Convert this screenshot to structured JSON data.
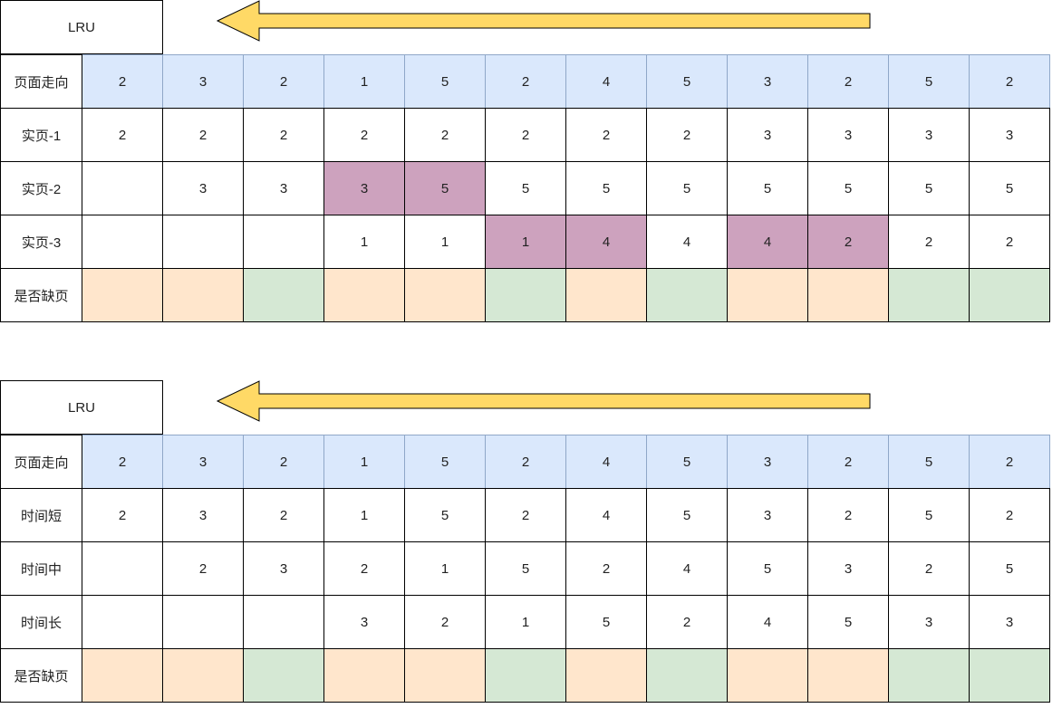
{
  "colors": {
    "header": "#dae8fc",
    "highlight": "#cda2be",
    "miss": "#ffe6cc",
    "hit": "#d5e8d4",
    "arrow": "#ffd966"
  },
  "panels": [
    {
      "title": "LRU",
      "arrow_icon": "left-arrow-icon",
      "rows": [
        {
          "label": "页面走向",
          "kind": "header",
          "cells": [
            "2",
            "3",
            "2",
            "1",
            "5",
            "2",
            "4",
            "5",
            "3",
            "2",
            "5",
            "2"
          ]
        },
        {
          "label": "实页-1",
          "kind": "data",
          "cells": [
            "2",
            "2",
            "2",
            "2",
            "2",
            "2",
            "2",
            "2",
            "3",
            "3",
            "3",
            "3"
          ]
        },
        {
          "label": "实页-2",
          "kind": "data",
          "cells": [
            "",
            "3",
            "3",
            "3",
            "5",
            "5",
            "5",
            "5",
            "5",
            "5",
            "5",
            "5"
          ],
          "highlight": [
            3,
            4
          ]
        },
        {
          "label": "实页-3",
          "kind": "data",
          "cells": [
            "",
            "",
            "",
            "1",
            "1",
            "1",
            "4",
            "4",
            "4",
            "2",
            "2",
            "2"
          ],
          "highlight": [
            5,
            6,
            8,
            9
          ]
        },
        {
          "label": "是否缺页",
          "kind": "fault",
          "faults": [
            "miss",
            "miss",
            "hit",
            "miss",
            "miss",
            "hit",
            "miss",
            "hit",
            "miss",
            "miss",
            "hit",
            "hit"
          ]
        }
      ]
    },
    {
      "title": "LRU",
      "arrow_icon": "left-arrow-icon",
      "rows": [
        {
          "label": "页面走向",
          "kind": "header",
          "cells": [
            "2",
            "3",
            "2",
            "1",
            "5",
            "2",
            "4",
            "5",
            "3",
            "2",
            "5",
            "2"
          ]
        },
        {
          "label": "时间短",
          "kind": "data",
          "cells": [
            "2",
            "3",
            "2",
            "1",
            "5",
            "2",
            "4",
            "5",
            "3",
            "2",
            "5",
            "2"
          ]
        },
        {
          "label": "时间中",
          "kind": "data",
          "cells": [
            "",
            "2",
            "3",
            "2",
            "1",
            "5",
            "2",
            "4",
            "5",
            "3",
            "2",
            "5"
          ]
        },
        {
          "label": "时间长",
          "kind": "data",
          "cells": [
            "",
            "",
            "",
            "3",
            "2",
            "1",
            "5",
            "2",
            "4",
            "5",
            "3",
            "3"
          ]
        },
        {
          "label": "是否缺页",
          "kind": "fault",
          "faults": [
            "miss",
            "miss",
            "hit",
            "miss",
            "miss",
            "hit",
            "miss",
            "hit",
            "miss",
            "miss",
            "hit",
            "hit"
          ]
        }
      ]
    }
  ]
}
